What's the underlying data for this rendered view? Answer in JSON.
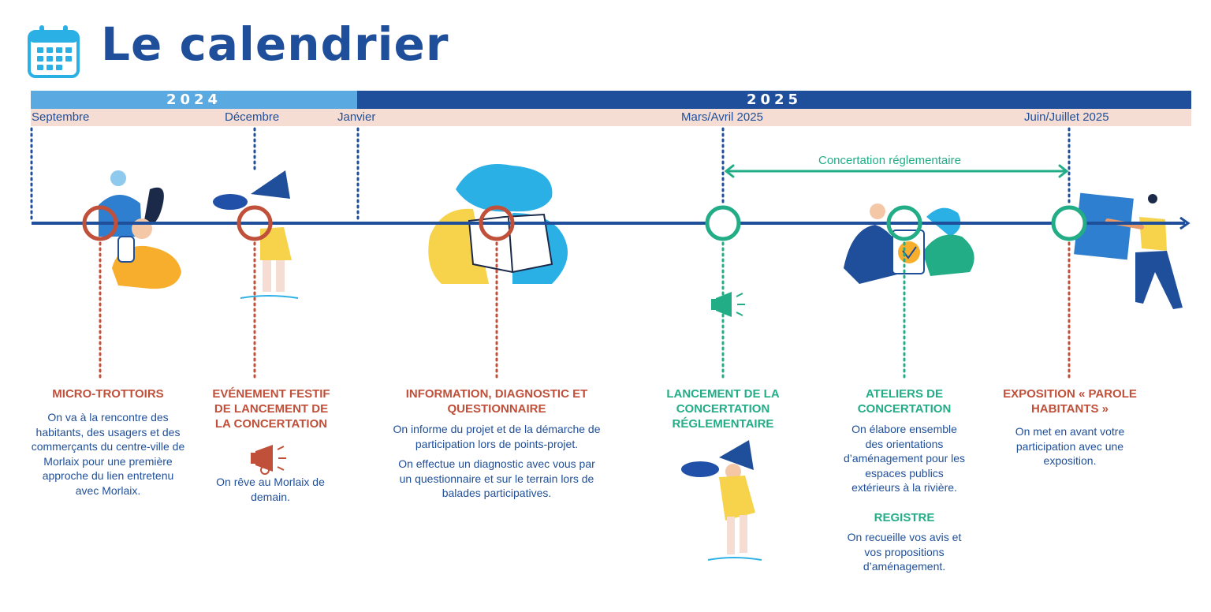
{
  "header": {
    "title": "Le calendrier",
    "icon": "calendar-icon"
  },
  "years": [
    {
      "label": "2024",
      "color": "#5aa9e0"
    },
    {
      "label": "2025",
      "color": "#1f4f9a"
    }
  ],
  "months": [
    "Septembre",
    "Décembre",
    "Janvier",
    "Mars/Avril 2025",
    "Juin/Juillet 2025"
  ],
  "bracket": {
    "label": "Concertation réglementaire"
  },
  "colors": {
    "navy": "#1f4f9a",
    "rust": "#c0503a",
    "green": "#23ad86",
    "light_blue": "#5aa9e0",
    "peach": "#f6ddd3"
  },
  "events": [
    {
      "title": "MICRO-TROTTOIRS",
      "text": "On va à la rencontre des habitants, des usagers et des commerçants du centre-ville de Morlaix pour une première approche du lien entretenu avec Morlaix."
    },
    {
      "title": "EVÉNEMENT FESTIF DE LANCEMENT DE LA CONCERTATION",
      "text": "On rêve au Morlaix de demain."
    },
    {
      "title": "INFORMATION, DIAGNOSTIC ET QUESTIONNAIRE",
      "text1": "On informe du projet et de la démarche de participation lors de points-projet.",
      "text2": "On effectue un diagnostic avec vous par un questionnaire et sur le terrain lors de balades participatives."
    },
    {
      "title": "LANCEMENT DE LA CONCERTATION RÉGLEMENTAIRE"
    },
    {
      "title": "ATELIERS DE CONCERTATION",
      "text": "On élabore ensemble des orientations d’aménagement pour les espaces publics extérieurs  à la rivière.",
      "subtitle": "REGISTRE",
      "subtext": "On recueille vos avis et vos propositions d’aménagement."
    },
    {
      "title": "EXPOSITION « PAROLE HABITANTS »",
      "text": "On met en avant votre participation avec une exposition."
    }
  ]
}
